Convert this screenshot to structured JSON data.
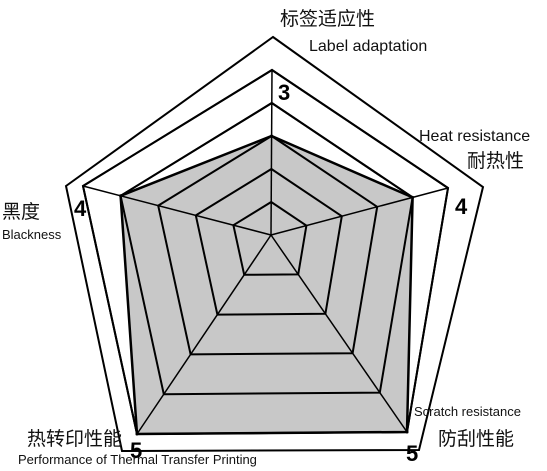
{
  "chart_data": {
    "type": "radar",
    "max": 5,
    "levels": 5,
    "axes": [
      {
        "zh": "标签适应性",
        "en": "Label adaptation",
        "value": 3
      },
      {
        "zh": "耐热性",
        "en": "Heat resistance",
        "value": 4
      },
      {
        "zh": "防刮性能",
        "en": "Scratch resistance",
        "value": 5
      },
      {
        "zh": "热转印性能",
        "en": "Performance of Thermal Transfer Printing",
        "value": 5
      },
      {
        "zh": "黑度",
        "en": "Blackness",
        "value": 4
      }
    ],
    "fill_color": "#c8c8c8",
    "line_color": "#000000"
  }
}
